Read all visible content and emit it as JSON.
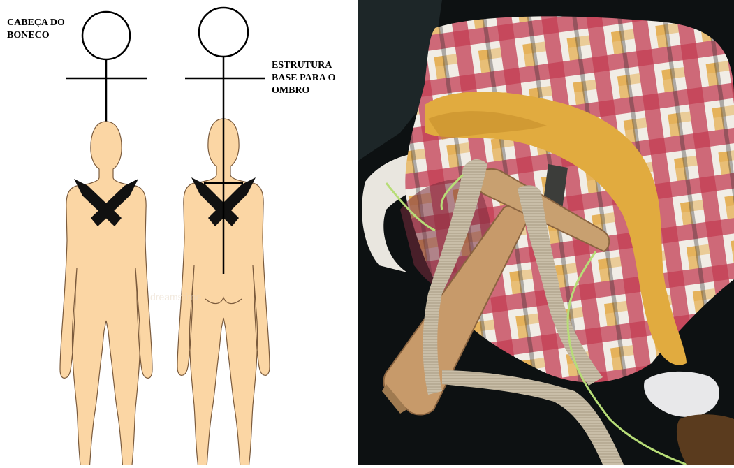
{
  "diagram": {
    "labels": {
      "head": "CABEÇA DO\nBONECO",
      "shoulder": "ESTRUTURA\nBASE PARA O\nOMBRO"
    },
    "watermark": "dreamstime",
    "colors": {
      "skin": "#fbd6a4",
      "outline": "#7a5a3c",
      "strap": "#111111",
      "frame": "#000000"
    }
  },
  "photo": {
    "colors": {
      "background": "#0d1112",
      "fabric_red": "#b5354a",
      "fabric_cream": "#f1ede6",
      "fabric_orange": "#e3a43a",
      "yellow_cloth": "#e1ab3f",
      "wood": "#c79a6a",
      "strap": "#cfc4ae",
      "rope": "#b7dd77"
    }
  }
}
